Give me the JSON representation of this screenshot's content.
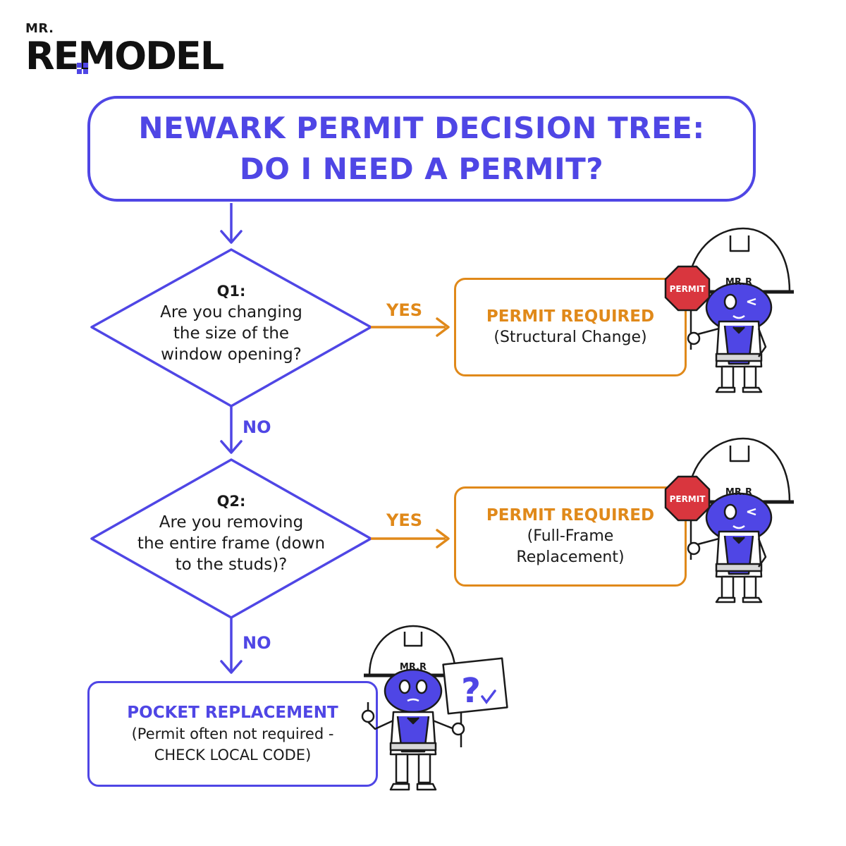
{
  "logo": {
    "small": "MR.",
    "main": "REMODEL"
  },
  "title": {
    "line1": "NEWARK PERMIT DECISION TREE:",
    "line2": "DO I NEED A PERMIT?"
  },
  "q1": {
    "label": "Q1:",
    "lines": [
      "Are you changing",
      "the size of the",
      "window opening?"
    ],
    "yes_label": "YES",
    "no_label": "NO",
    "result_title": "PERMIT REQUIRED",
    "result_sub": "(Structural Change)"
  },
  "q2": {
    "label": "Q2:",
    "lines": [
      "Are you removing",
      "the entire frame (down",
      "to the studs)?"
    ],
    "yes_label": "YES",
    "no_label": "NO",
    "result_title": "PERMIT REQUIRED",
    "result_lines": [
      "(Full-Frame",
      "Replacement)"
    ]
  },
  "pocket": {
    "title": "POCKET REPLACEMENT",
    "lines": [
      "(Permit often not required -",
      "CHECK LOCAL CODE)"
    ]
  },
  "mascot": {
    "helmet_text": "MR.R",
    "sign_text": "PERMIT",
    "question_mark": "?"
  },
  "colors": {
    "primary": "#4f46e5",
    "accent": "#e0891a",
    "stop": "#d9363e",
    "text": "#1a1a1a"
  }
}
